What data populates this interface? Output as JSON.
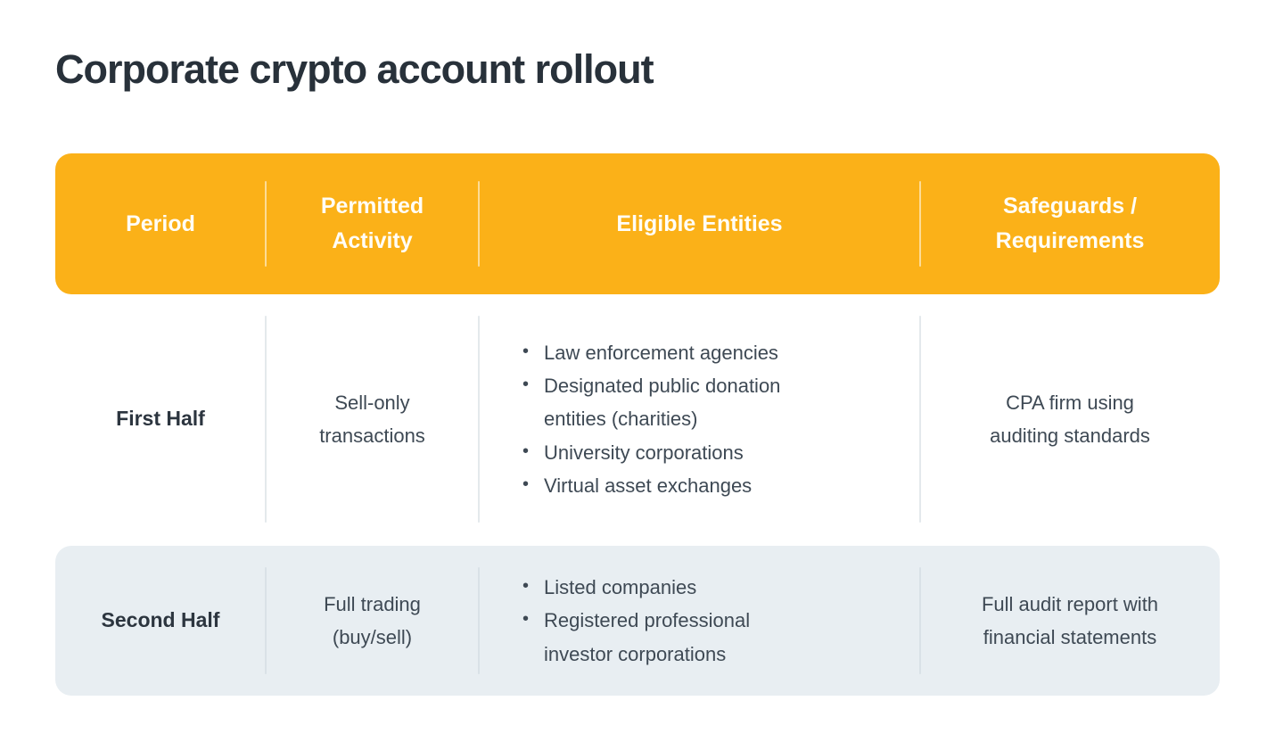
{
  "page": {
    "title": "Corporate crypto account rollout"
  },
  "colors": {
    "header-bg": "#FBB118",
    "header-text": "#FFFDF6",
    "alt-row-bg": "#E8EEF2",
    "title-text": "#28313A",
    "body-text": "#3E4954",
    "divider-light": "#E4E9EC",
    "divider-alt": "#D9E1E7"
  },
  "table": {
    "columns": [
      "Period",
      "Permitted Activity",
      "Eligible Entities",
      "Safeguards / Requirements"
    ],
    "rows": [
      {
        "period": "First Half",
        "permitted_activity": "Sell-only transactions",
        "eligible_entities": [
          "Law enforcement agencies",
          "Designated public donation entities (charities)",
          "University corporations",
          "Virtual asset exchanges"
        ],
        "safeguards": "CPA firm using auditing standards"
      },
      {
        "period": "Second Half",
        "permitted_activity": "Full trading (buy/sell)",
        "eligible_entities": [
          "Listed companies",
          "Registered professional investor corporations"
        ],
        "safeguards": "Full audit report with financial statements"
      }
    ]
  },
  "chart_data": {
    "type": "table",
    "title": "Corporate crypto account rollout",
    "columns": [
      "Period",
      "Permitted Activity",
      "Eligible Entities",
      "Safeguards / Requirements"
    ],
    "rows": [
      [
        "First Half",
        "Sell-only transactions",
        "Law enforcement agencies; Designated public donation entities (charities); University corporations; Virtual asset exchanges",
        "CPA firm using auditing standards"
      ],
      [
        "Second Half",
        "Full trading (buy/sell)",
        "Listed companies; Registered professional investor corporations",
        "Full audit report with financial statements"
      ]
    ],
    "layout": {
      "header_fill": "#FBB118",
      "alt_row_fill": "#E8EEF2",
      "grid": "off"
    }
  }
}
